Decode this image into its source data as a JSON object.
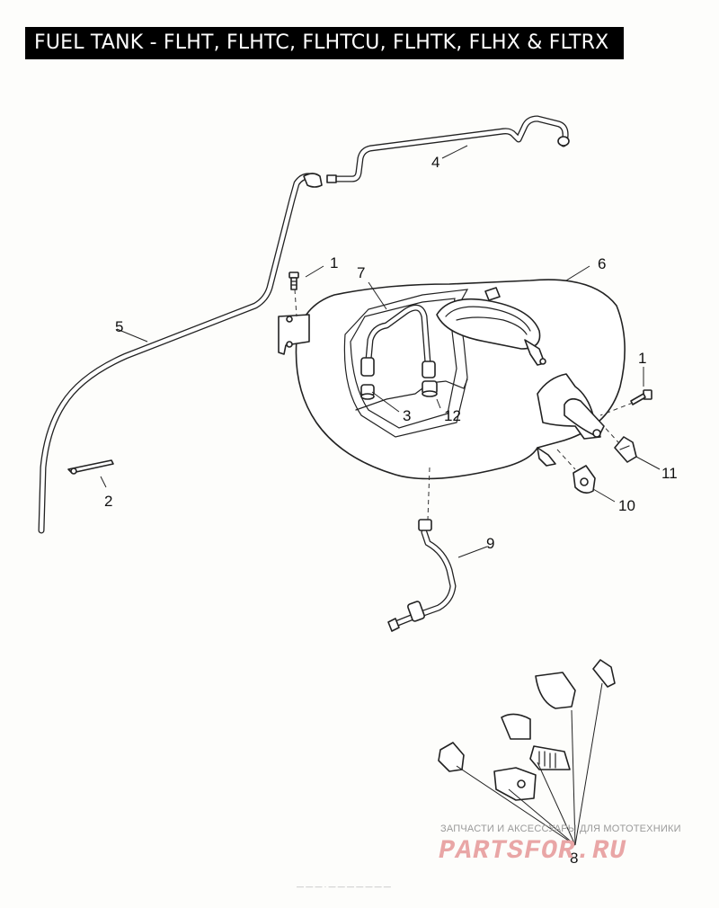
{
  "title": "FUEL TANK - FLHT, FLHTC, FLHTCU, FLHTK, FLHX & FLTRX",
  "callouts": {
    "c1a": "1",
    "c1b": "1",
    "c2": "2",
    "c3": "3",
    "c4": "4",
    "c5": "5",
    "c6": "6",
    "c7": "7",
    "c8": "8",
    "c9": "9",
    "c10": "10",
    "c11": "11",
    "c12": "12"
  },
  "watermark": {
    "caption": "ЗАПЧАСТИ И АКСЕССУАРЫ ДЛЯ МОТОТЕХНИКИ",
    "logo": "PARTSFOR.RU"
  },
  "footer_code": "— — — · — — —  — — — —"
}
